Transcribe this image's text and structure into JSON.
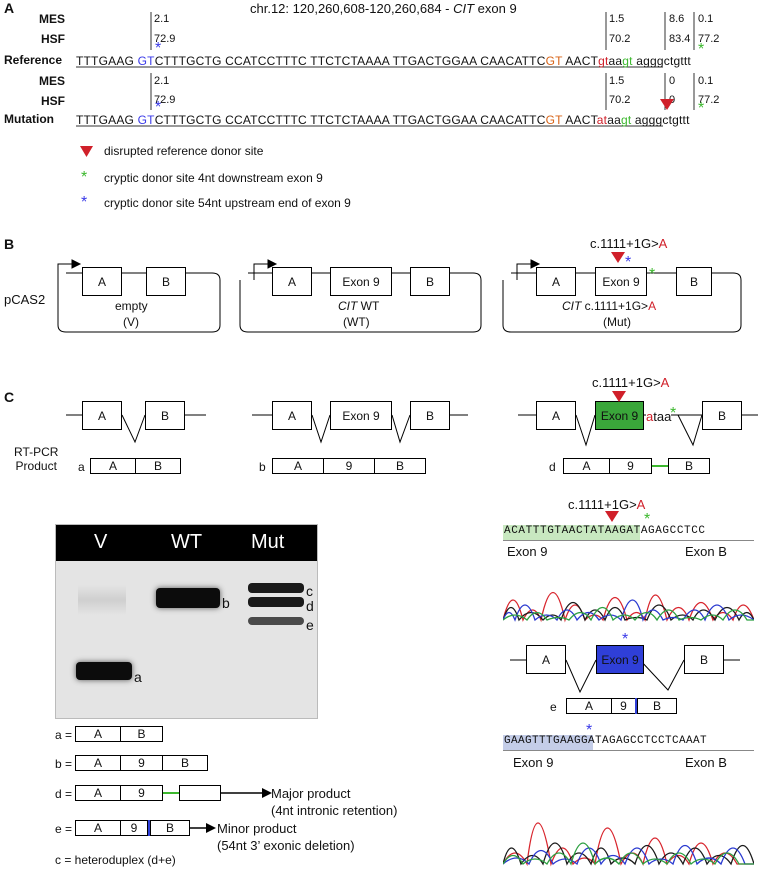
{
  "panel_a": {
    "label": "A",
    "title_prefix": "chr.12: 120,260,608-120,260,684 - ",
    "title_gene": "CIT",
    "title_suffix": " exon 9",
    "row_mes": "MES",
    "row_hsf": "HSF",
    "row_reference": "Reference",
    "row_mutation": "Mutation",
    "ref_mes_values": [
      "2.1",
      "1.5",
      "8.6",
      "0.1"
    ],
    "ref_hsf_values": [
      "72.9",
      "70.2",
      "83.4",
      "77.2"
    ],
    "mut_mes_values": [
      "2.1",
      "1.5",
      "0",
      "0.1"
    ],
    "mut_hsf_values": [
      "72.9",
      "70.2",
      "0",
      "77.2"
    ],
    "seq_part1": "TTTGAAG ",
    "seq_gt_blue": "GT",
    "seq_part2": "CTTTGCTG CCATCCTTTC TTCTCTAAAA TTGACTGGAA CAACATTC",
    "seq_gt_orange": "GT",
    "seq_part3": " AACT",
    "ref_tail_red": "gt",
    "ref_tail_mid": "aa",
    "ref_tail_green": "gt",
    "ref_tail_end": " agggctgttt",
    "mut_tail_red": "at",
    "legend": [
      "disrupted reference donor site",
      "cryptic donor site 4nt downstream exon 9",
      "cryptic donor site 54nt upstream end of exon 9"
    ]
  },
  "panel_b": {
    "label": "B",
    "vector": "pCAS2",
    "exon_a": "A",
    "exon_b": "B",
    "exon_9": "Exon 9",
    "c1_caption1": "empty",
    "c1_caption2": "(V)",
    "c2_gene": "CIT",
    "c2_caption1": " WT",
    "c2_caption2": "(WT)",
    "c3_gene": "CIT",
    "c3_caption1_a": " c.1111+1G>",
    "c3_caption1_b": "A",
    "c3_caption2": "(Mut)",
    "mut_label_a": "c.1111+1G>",
    "mut_label_b": "A"
  },
  "panel_c": {
    "label": "C",
    "rtpcr_line1": "RT-PCR",
    "rtpcr_line2": "Product",
    "prod_a": "a",
    "prod_b": "b",
    "prod_d": "d",
    "prod_e": "e",
    "exon_a": "A",
    "exon_b": "B",
    "exon_9": "Exon 9",
    "nine": "9",
    "mut_label_a": "c.1111+1G>",
    "mut_label_b": "A",
    "intronic_red": "a",
    "intronic_rest": "taa",
    "gel_lanes": [
      "V",
      "WT",
      "Mut"
    ],
    "gel_band_labels": [
      "a",
      "b",
      "c",
      "d",
      "e"
    ],
    "key_a": "a =",
    "key_b": "b =",
    "key_d": "d =",
    "key_e": "e =",
    "key_c": "c = heteroduplex (d+e)",
    "major_1": "Major product",
    "major_2": "(4nt intronic retention)",
    "minor_1": "Minor product",
    "minor_2": "(54nt 3’ exonic deletion)",
    "chrom1_label_a": "c.1111+1G>",
    "chrom1_label_b": "A",
    "chrom1_seq": "ACATTTGTAACTATAAGATAGAGCCTCC",
    "chrom1_left": "Exon 9",
    "chrom1_right": "Exon B",
    "chrom2_seq": "GAAGTTTGAAGGATAGAGCCTCCTCAAAT",
    "chrom2_left": "Exon 9",
    "chrom2_right": "Exon B"
  },
  "colors": {
    "red": "#d0202a",
    "green_star": "#3cb82e",
    "blue_star": "#3a3ae8",
    "orange": "#d86418",
    "exon9_green": "#3aa63a",
    "exon9_blue": "#2f3fd8"
  }
}
